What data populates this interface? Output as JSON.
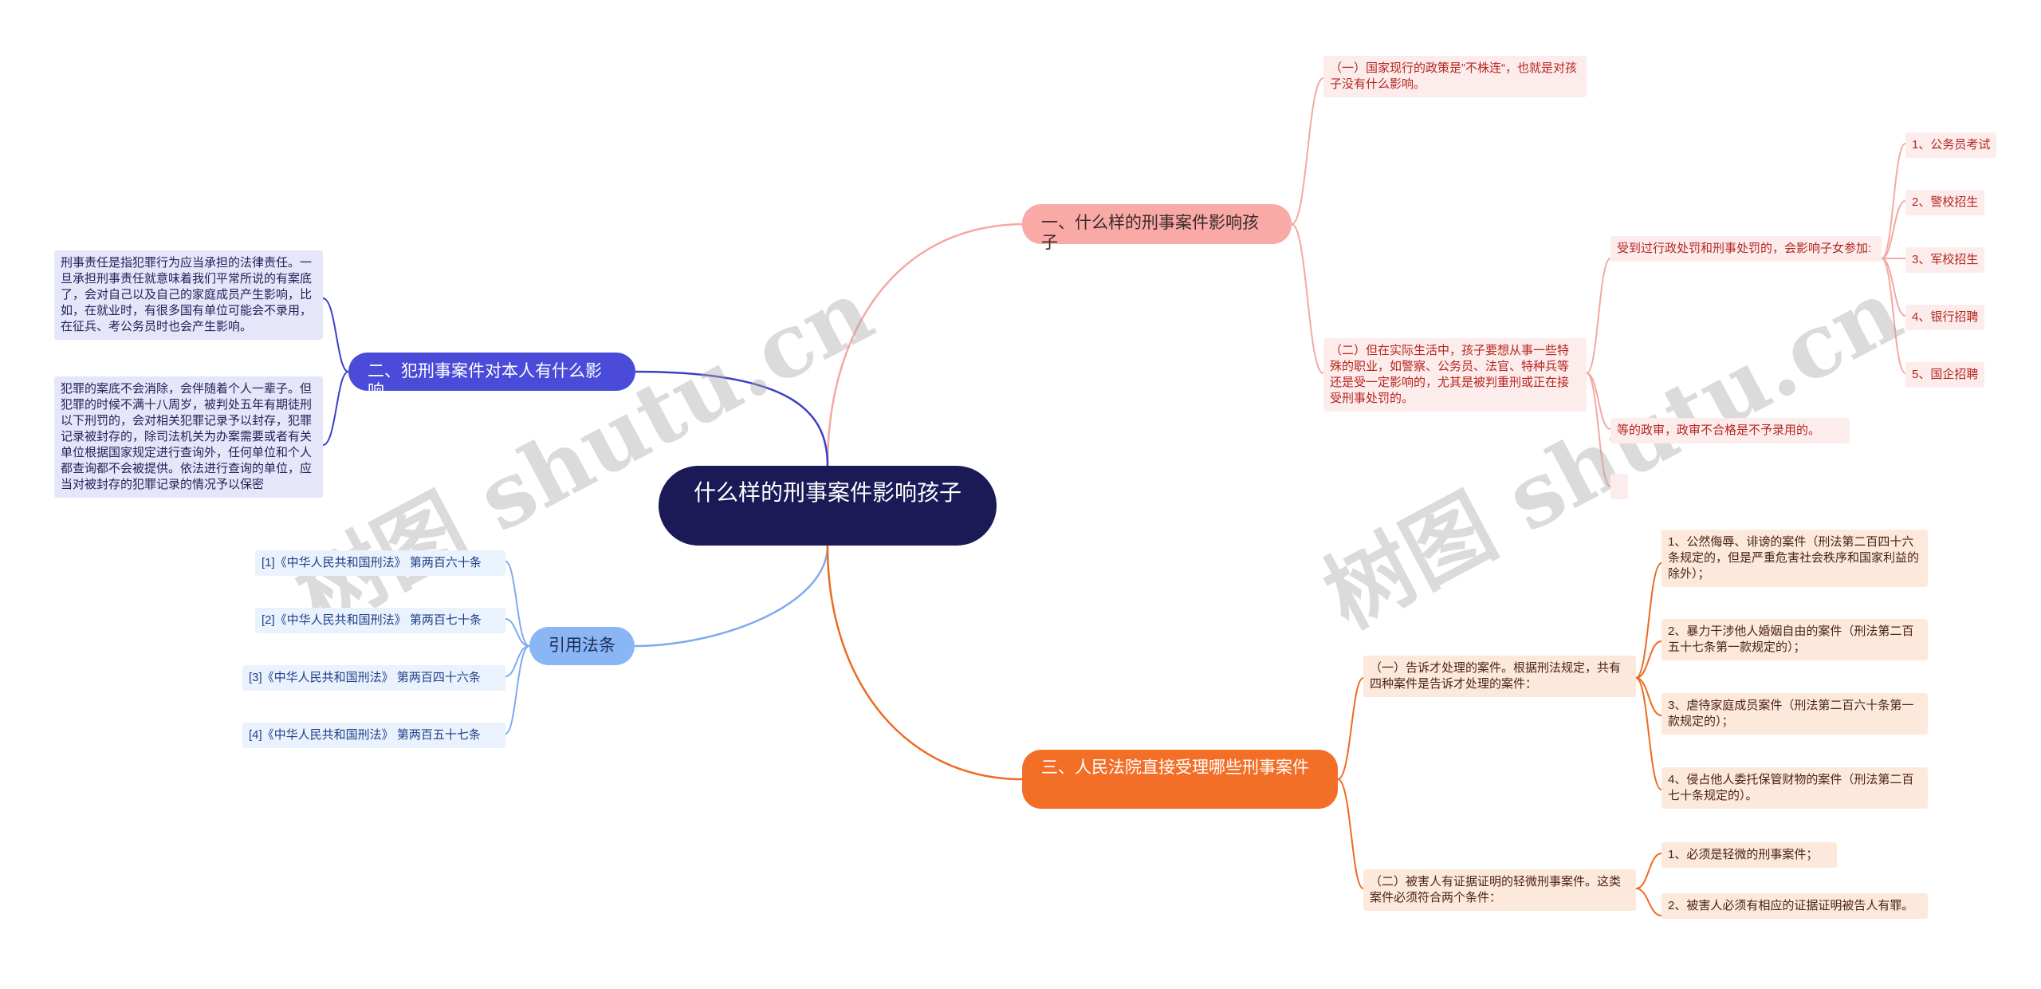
{
  "center": "什么样的刑事案件影响孩子",
  "branch1": {
    "label": "一、什么样的刑事案件影响孩子",
    "item1": "（一）国家现行的政策是”不株连“，也就是对孩子没有什么影响。",
    "item2": "（二）但在实际生活中，孩子要想从事一些特殊的职业，如警察、公务员、法官、特种兵等还是受一定影响的，尤其是被判重刑或正在接受刑事处罚的。",
    "sub1": "受到过行政处罚和刑事处罚的，会影响子女参加:",
    "sub2": "等的政审，政审不合格是不予录用的。",
    "jobs": [
      "1、公务员考试",
      "2、警校招生",
      "3、军校招生",
      "4、银行招聘",
      "5、国企招聘"
    ]
  },
  "branch2": {
    "label": "二、犯刑事案件对本人有什么影响",
    "item1": "刑事责任是指犯罪行为应当承担的法律责任。一旦承担刑事责任就意味着我们平常所说的有案底了，会对自己以及自己的家庭成员产生影响，比如，在就业时，有很多国有单位可能会不录用，在征兵、考公务员时也会产生影响。",
    "item2": "犯罪的案底不会消除，会伴随着个人一辈子。但犯罪的时候不满十八周岁，被判处五年有期徒刑以下刑罚的，会对相关犯罪记录予以封存，犯罪记录被封存的，除司法机关为办案需要或者有关单位根据国家规定进行查询外，任何单位和个人都查询都不会被提供。依法进行查询的单位，应当对被封存的犯罪记录的情况予以保密"
  },
  "branch3": {
    "label": "引用法条",
    "items": [
      "[1]《中华人民共和国刑法》 第两百六十条",
      "[2]《中华人民共和国刑法》 第两百七十条",
      "[3]《中华人民共和国刑法》 第两百四十六条",
      "[4]《中华人民共和国刑法》 第两百五十七条"
    ]
  },
  "branch4": {
    "label": "三、人民法院直接受理哪些刑事案件",
    "item1": "（一）告诉才处理的案件。根据刑法规定，共有四种案件是告诉才处理的案件：",
    "item2": "（二）被害人有证据证明的轻微刑事案件。这类案件必须符合两个条件：",
    "cases": [
      "1、公然侮辱、诽谤的案件（刑法第二百四十六条规定的，但是严重危害社会秩序和国家利益的除外）；",
      "2、暴力干涉他人婚姻自由的案件（刑法第二百五十七条第一款规定的）；",
      "3、虐待家庭成员案件（刑法第二百六十条第一款规定的）；",
      "4、侵占他人委托保管财物的案件（刑法第二百七十条规定的）。"
    ],
    "conditions": [
      "1、必须是轻微的刑事案件；",
      "2、被害人必须有相应的证据证明被告人有罪。"
    ]
  },
  "watermark": "树图 shutu.cn",
  "colors": {
    "center": "#1b1a57",
    "branch1": "#f9a9a6",
    "branch2": "#4a4bd8",
    "branch3": "#8ab6f5",
    "branch4": "#f36f28"
  }
}
